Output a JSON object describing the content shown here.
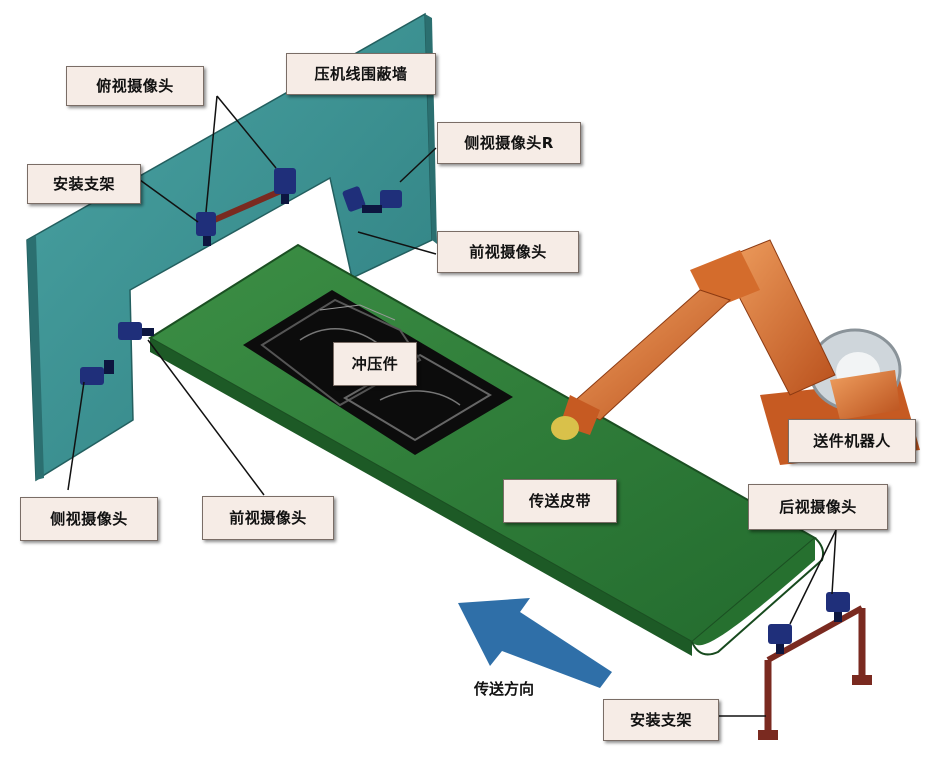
{
  "labels": {
    "top_camera": "俯视摄像头",
    "enclosure_wall": "压机线围蔽墙",
    "mount_bracket_left": "安装支架",
    "side_camera_r": "侧视摄像头R",
    "front_camera_right": "前视摄像头",
    "stamping_part": "冲压件",
    "side_camera": "侧视摄像头",
    "front_camera_bottom": "前视摄像头",
    "conveyor_belt": "传送皮带",
    "feeding_robot": "送件机器人",
    "rear_camera": "后视摄像头",
    "conveying_direction": "传送方向",
    "mount_bracket_right": "安装支架"
  },
  "colors": {
    "wall": "#3e8f8f",
    "belt": "#2e7d3a",
    "robot": "#d36a2a",
    "camera": "#1f2f7a",
    "bracket": "#7a2a20",
    "arrow": "#2f6fa8",
    "label_bg": "#f6ece6"
  },
  "icons": {
    "camera": "camera-icon",
    "direction_arrow": "arrow-up-left-icon"
  }
}
